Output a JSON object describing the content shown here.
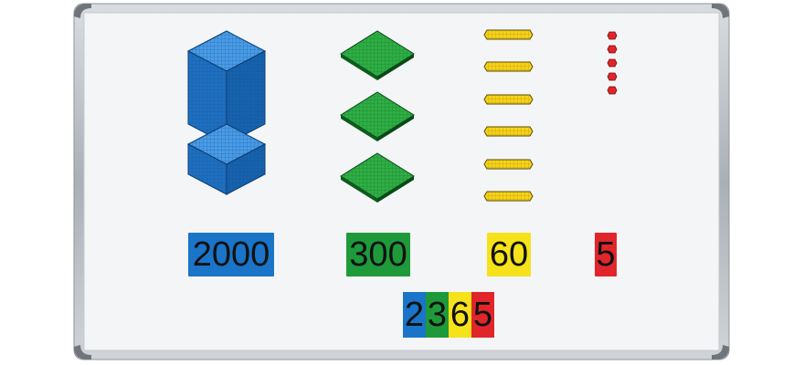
{
  "colors": {
    "thousands": "#1a74c8",
    "hundreds": "#1f9a3a",
    "tens": "#f5e21a",
    "ones": "#e0262b",
    "frame": "#b9bec4",
    "board": "#f3f4f5"
  },
  "blocks": {
    "thousands_cubes": 2,
    "hundreds_flats": 3,
    "tens_rods": 6,
    "ones_units": 5
  },
  "cards": {
    "thousands": "2000",
    "hundreds": "300",
    "tens": "60",
    "ones": "5"
  },
  "combined": {
    "thousands_digit": "2",
    "hundreds_digit": "3",
    "tens_digit": "6",
    "ones_digit": "5"
  }
}
